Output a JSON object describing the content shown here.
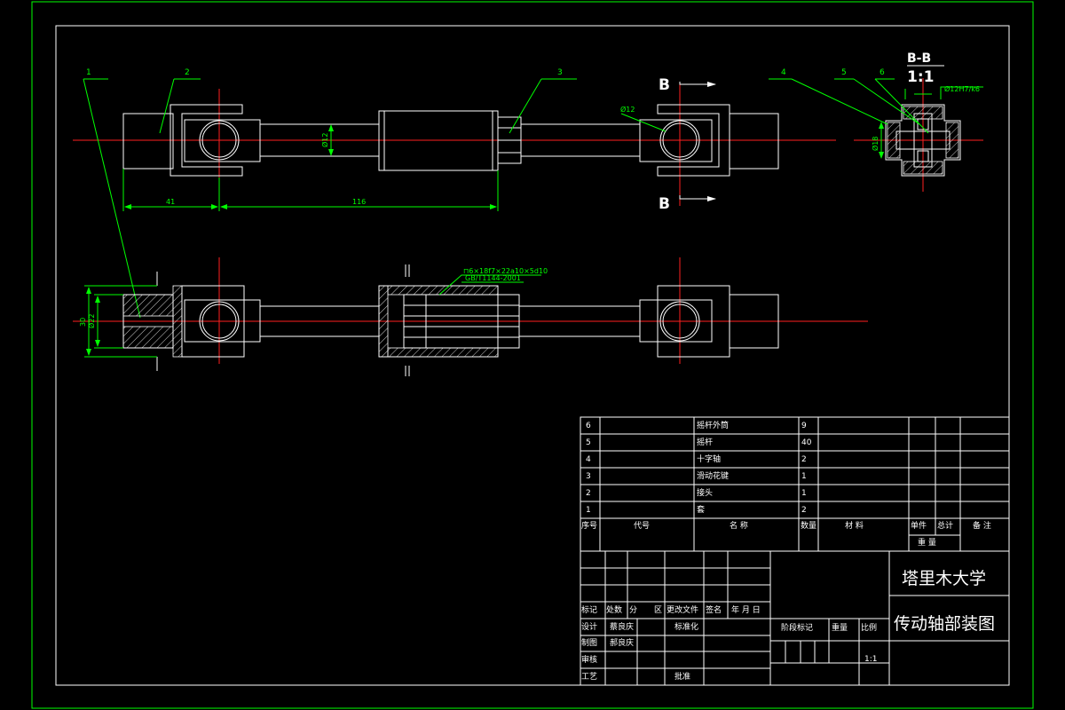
{
  "drawing": {
    "section": {
      "title": "B-B",
      "scale": "1:1",
      "marker": "B"
    },
    "part_numbers": [
      "1",
      "2",
      "3",
      "4",
      "5",
      "6"
    ],
    "dimensions": {
      "d12_top": "Ø12",
      "d12_right": "Ø12",
      "d18": "Ø18",
      "len_41": "41",
      "len_116": "116",
      "h_30": "30",
      "d22": "Ø22",
      "fit": "Ø12H7/k6",
      "spline_code": "⊓6×18f7×22a10×5d10",
      "spline_std": "GB/T1144-2001"
    }
  },
  "bom": {
    "rows": [
      {
        "no": "6",
        "name": "摇杆外筒",
        "qty": "9"
      },
      {
        "no": "5",
        "name": "摇杆",
        "qty": "40"
      },
      {
        "no": "4",
        "name": "十字轴",
        "qty": "2"
      },
      {
        "no": "3",
        "name": "滑动花键",
        "qty": "1"
      },
      {
        "no": "2",
        "name": "接头",
        "qty": "1"
      },
      {
        "no": "1",
        "name": "套",
        "qty": "2"
      }
    ],
    "header": {
      "no": "序号",
      "code": "代号",
      "name": "名 称",
      "qty": "数量",
      "material": "材 料",
      "unit": "单件",
      "total": "总计",
      "remark": "备 注",
      "weight": "重 量"
    }
  },
  "title_block": {
    "school": "塔里木大学",
    "drawing_title": "传动轴部装图",
    "labels": {
      "mark": "标记",
      "count": "处数",
      "div": "分",
      "zone": "区",
      "change_doc": "更改文件",
      "sign": "签名",
      "date": "年 月 日",
      "design": "设计",
      "draw": "制图",
      "review": "审核",
      "process": "工艺",
      "standard": "标准化",
      "approve": "批准",
      "stage_mark": "阶段标记",
      "weight": "重量",
      "scale": "比例"
    },
    "designer": "蔡良庆",
    "drafter": "郝良庆",
    "scale_value": "1:1"
  }
}
